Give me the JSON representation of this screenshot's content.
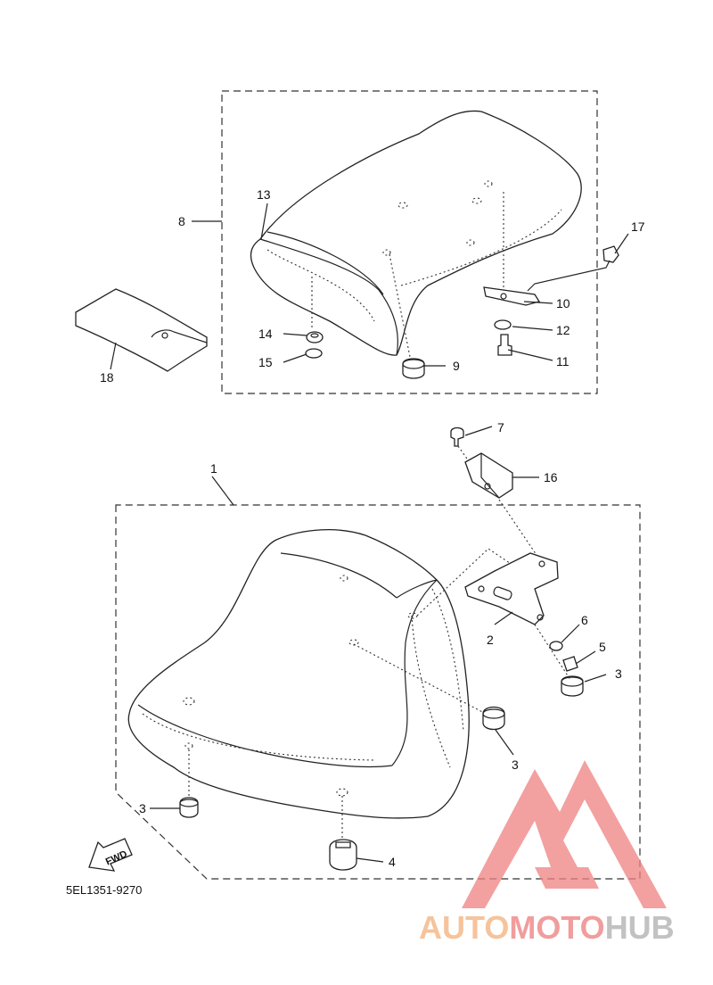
{
  "diagram": {
    "callouts": {
      "n1": "1",
      "n2": "2",
      "n3a": "3",
      "n3b": "3",
      "n3c": "3",
      "n4": "4",
      "n5": "5",
      "n6": "6",
      "n7": "7",
      "n8": "8",
      "n9": "9",
      "n10": "10",
      "n11": "11",
      "n12": "12",
      "n13": "13",
      "n14": "14",
      "n15": "15",
      "n16": "16",
      "n17": "17",
      "n18": "18"
    },
    "fwd_label": "FWD",
    "drawing_code": "5EL1351-9270"
  },
  "watermark": {
    "part1": "AUTO",
    "part2": "MOTO",
    "part3": "HUB",
    "color_auto": "#f5b98a",
    "color_moto": "#ef8c8c",
    "color_hub": "#b8b8b8",
    "logo_color": "#ef8080"
  }
}
